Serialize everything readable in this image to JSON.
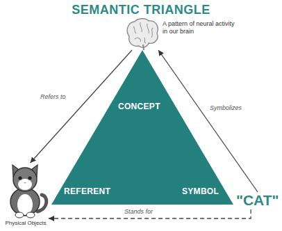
{
  "diagram": {
    "title": "SEMANTIC TRIANGLE",
    "nodes": [
      {
        "text": [
          "A pattern of neural activity in our brain"
        ]
      },
      {
        "text": [
          "CONCEPT",
          "REFERENT",
          "SYMBOL"
        ]
      },
      {
        "text": [
          "Physical Objects"
        ]
      },
      {
        "text": [
          "\"CAT\""
        ]
      }
    ],
    "edges": [
      {
        "from": 0,
        "to": 2,
        "label": "Refers to",
        "arrow": "to"
      },
      {
        "from": 3,
        "to": 0,
        "label": "Symbolizes",
        "arrow": "to"
      },
      {
        "from": 3,
        "to": 2,
        "label": "Stands for",
        "arrow": "to"
      }
    ]
  }
}
